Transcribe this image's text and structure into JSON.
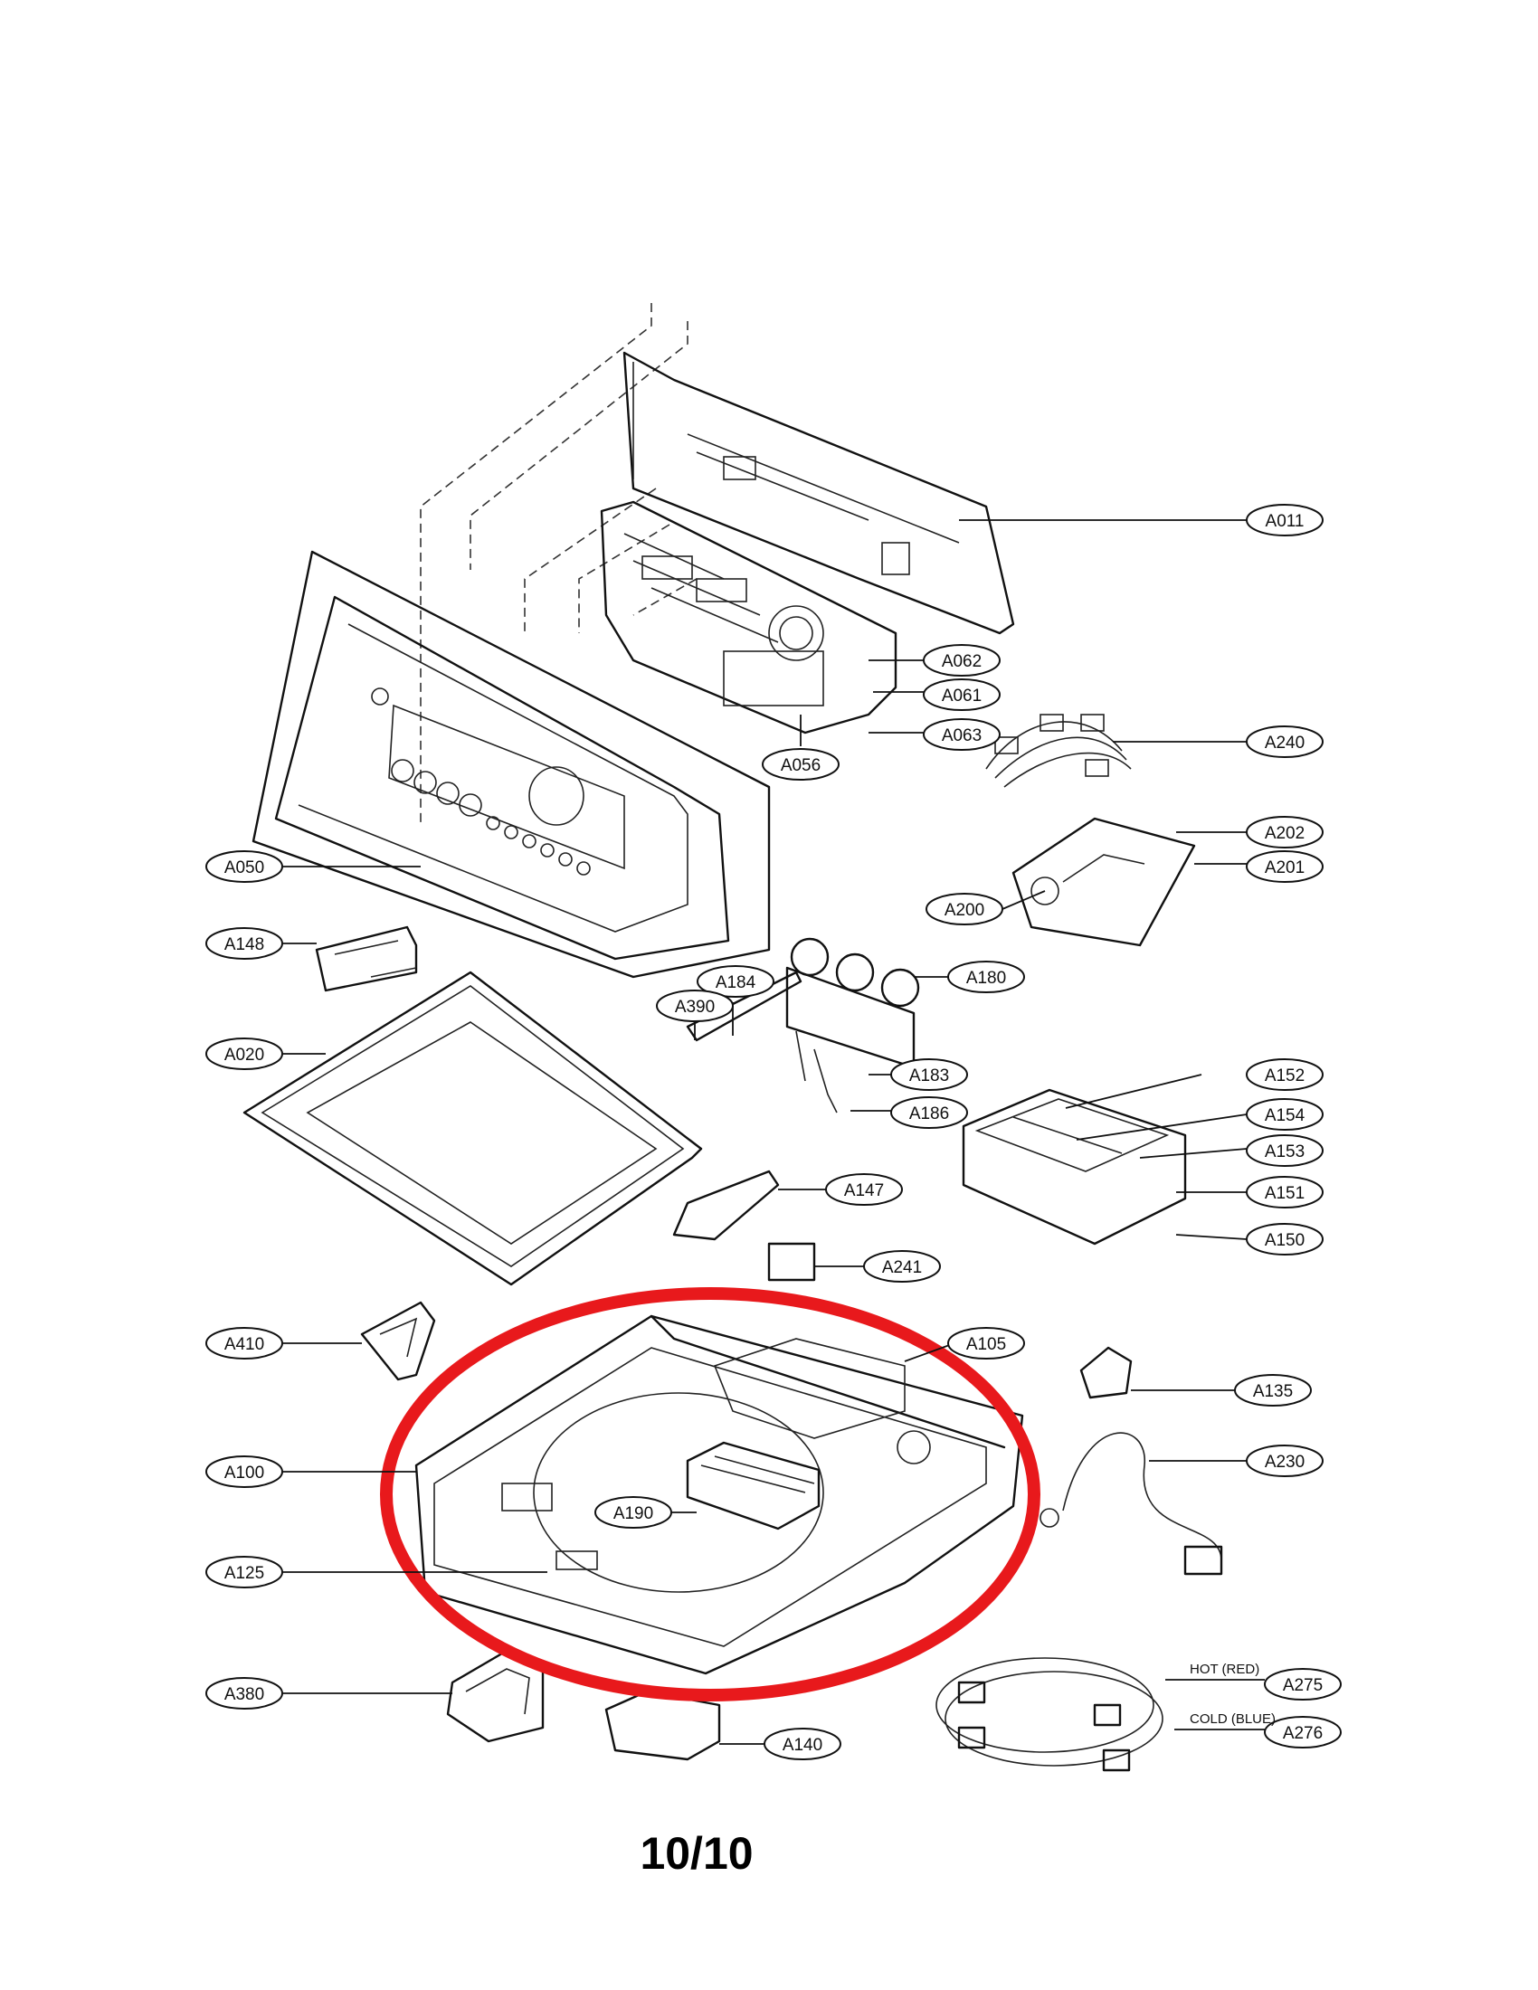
{
  "page": {
    "number": "10/10"
  },
  "callouts": [
    {
      "id": "A011"
    },
    {
      "id": "A062"
    },
    {
      "id": "A061"
    },
    {
      "id": "A063"
    },
    {
      "id": "A056"
    },
    {
      "id": "A240"
    },
    {
      "id": "A202"
    },
    {
      "id": "A201"
    },
    {
      "id": "A200"
    },
    {
      "id": "A050"
    },
    {
      "id": "A148"
    },
    {
      "id": "A184"
    },
    {
      "id": "A180"
    },
    {
      "id": "A390"
    },
    {
      "id": "A183"
    },
    {
      "id": "A186"
    },
    {
      "id": "A020"
    },
    {
      "id": "A152"
    },
    {
      "id": "A154"
    },
    {
      "id": "A153"
    },
    {
      "id": "A151"
    },
    {
      "id": "A150"
    },
    {
      "id": "A147"
    },
    {
      "id": "A241"
    },
    {
      "id": "A410"
    },
    {
      "id": "A105"
    },
    {
      "id": "A135"
    },
    {
      "id": "A100"
    },
    {
      "id": "A230"
    },
    {
      "id": "A190"
    },
    {
      "id": "A125"
    },
    {
      "id": "A380"
    },
    {
      "id": "A275"
    },
    {
      "id": "A276"
    },
    {
      "id": "A140"
    }
  ],
  "hose_labels": {
    "hot": "HOT (RED)",
    "cold": "COLD (BLUE)"
  },
  "colors": {
    "highlight": "#e8191c",
    "line_art": "#111111"
  }
}
